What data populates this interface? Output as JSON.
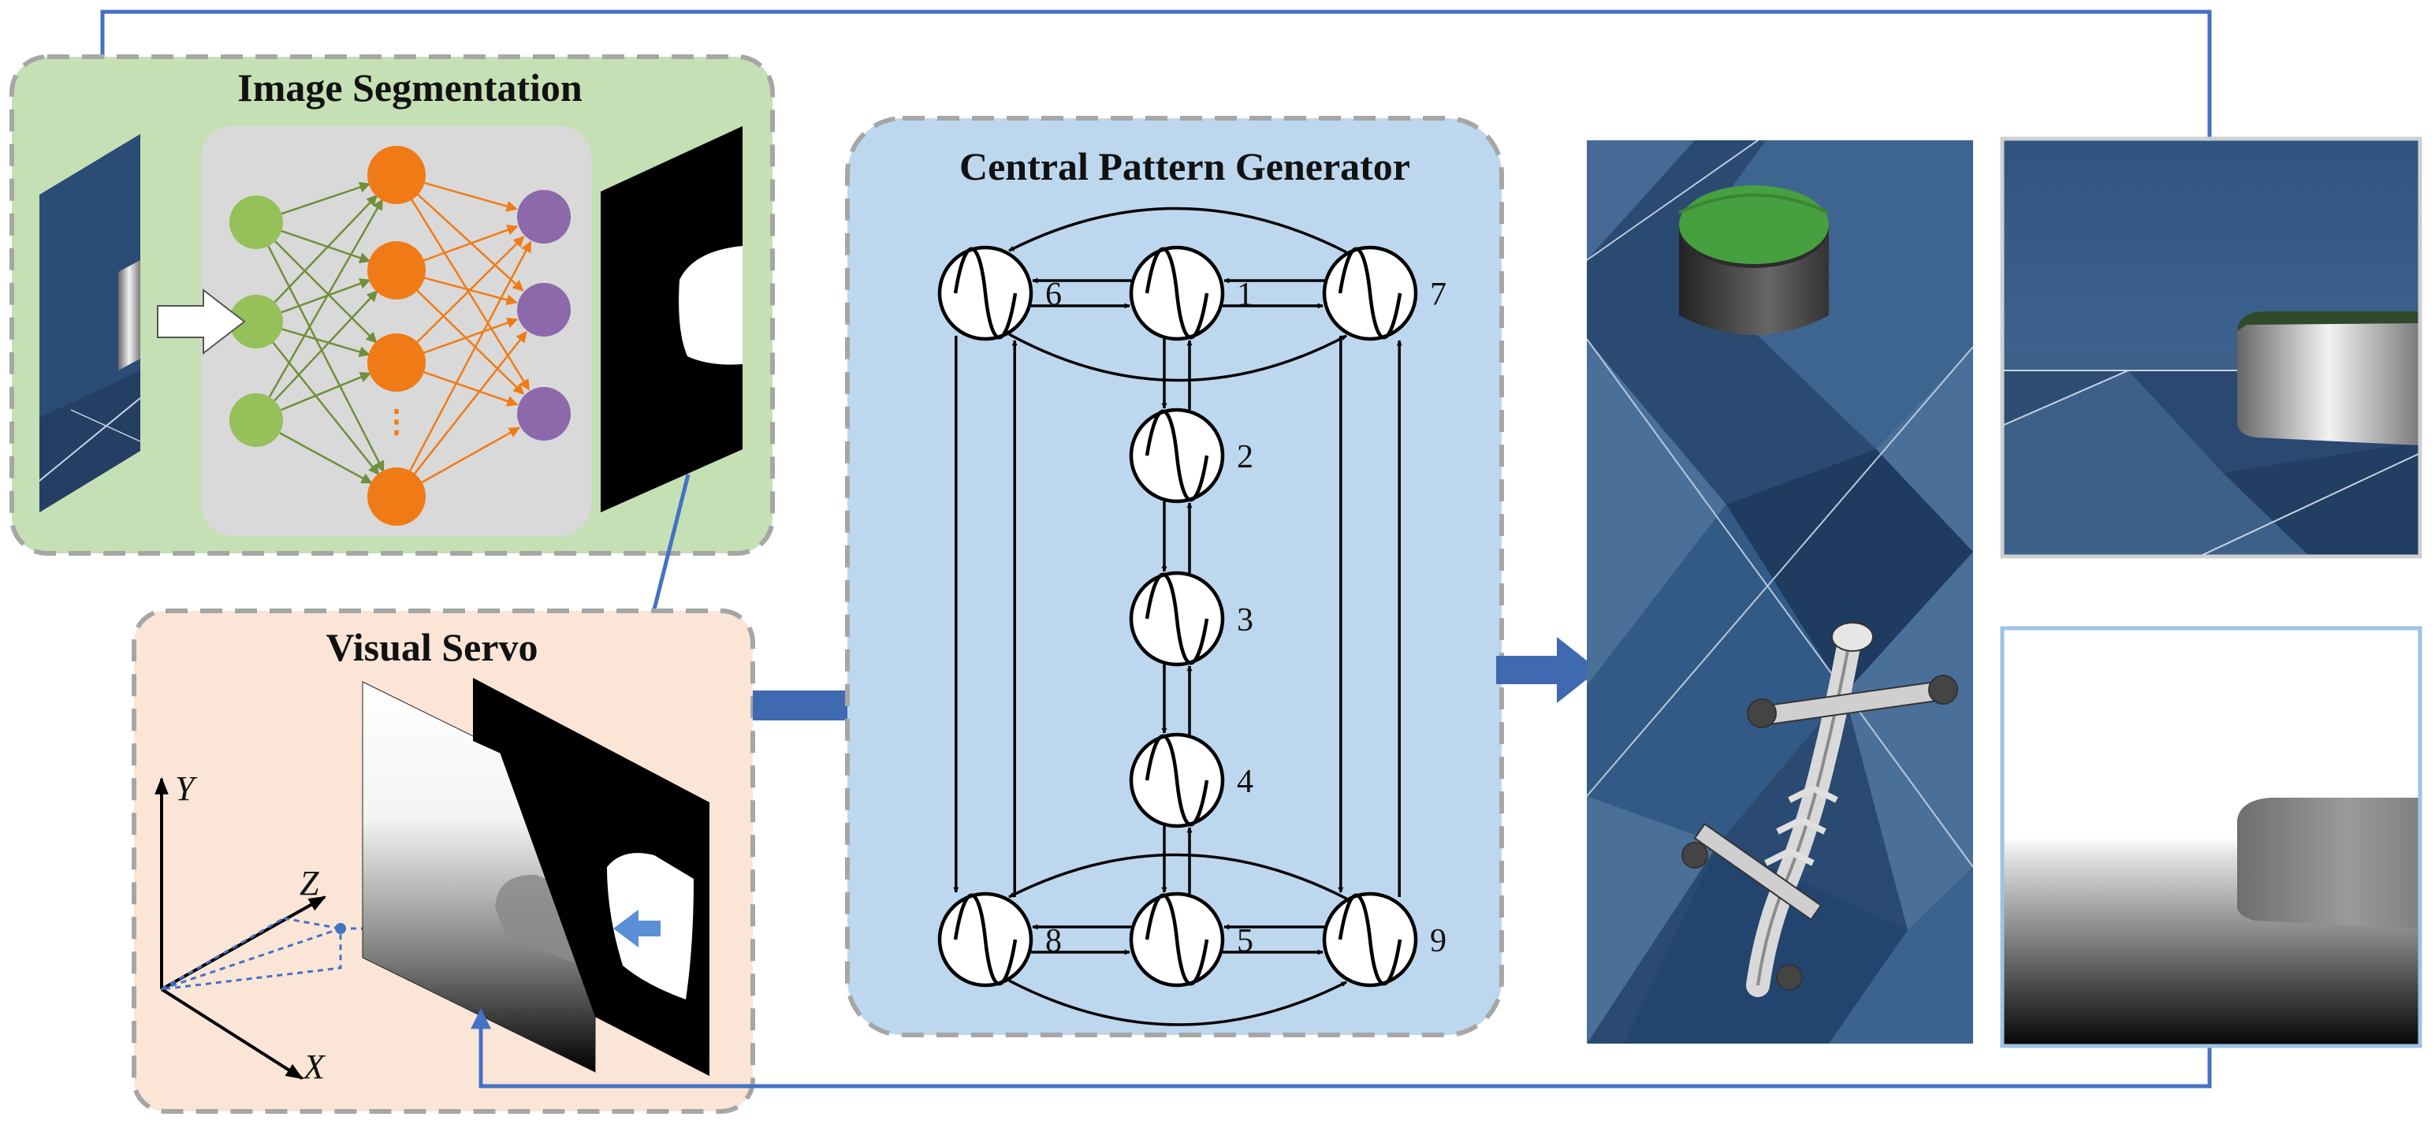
{
  "panels": {
    "segmentation": {
      "title": "Image Segmentation"
    },
    "cpg": {
      "title": "Central Pattern Generator"
    },
    "servo": {
      "title": "Visual Servo"
    }
  },
  "network": {
    "hidden_ellipsis": "⋮",
    "colors": {
      "input": "#95c05a",
      "hidden": "#f07b16",
      "output": "#8b69aa",
      "input_edges": "#6f8f3a",
      "hidden_edges": "#f07b16"
    }
  },
  "cpg": {
    "nodes": [
      "6",
      "1",
      "7",
      "2",
      "3",
      "4",
      "8",
      "5",
      "9"
    ]
  },
  "axes": {
    "y": "Y",
    "z": "Z",
    "x": "X"
  },
  "colors": {
    "segmentation_bg": "#c5e0b4",
    "servo_bg": "#fbe5d6",
    "cpg_bg": "#bdd7ee",
    "flow_arrow": "#4472c4",
    "floor_dark": "#1e3a5f",
    "floor_light": "#4a6f99"
  }
}
